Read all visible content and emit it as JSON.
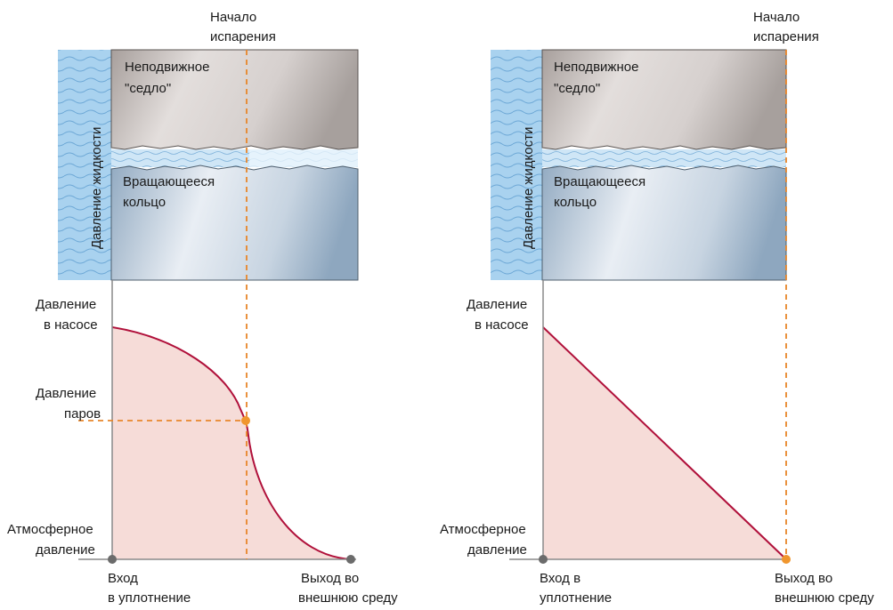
{
  "colors": {
    "liquid": "#a9d2ef",
    "liquid_wave": "#6da8d6",
    "vapor_gap": "#dff0fb",
    "curve": "#b0103a",
    "fill": "#f6dcd8",
    "axis": "#8a8a8a",
    "guide": "#e8862a",
    "point_orange": "#f0962e",
    "point_gray": "#6b6b6b",
    "seat_dark": "#a39c99",
    "seat_light": "#e2dddb",
    "ring_dark": "#8fa9c0",
    "ring_light": "#e6ecf3"
  },
  "left": {
    "top_label_line1": "Начало",
    "top_label_line2": "испарения",
    "seat_line1": "Неподвижное",
    "seat_line2": "\"седло\"",
    "ring_line1": "Вращающееся",
    "ring_line2": "кольцо",
    "liquid_label": "Давление жидкости",
    "y_pump_line1": "Давление",
    "y_pump_line2": "в насосе",
    "y_vapor_line1": "Давление",
    "y_vapor_line2": "паров",
    "y_atm_line1": "Атмосферное",
    "y_atm_line2": "давление",
    "x_in_line1": "Вход",
    "x_in_line2": "в уплотнение",
    "x_out_line1": "Выход во",
    "x_out_line2": "внешнюю среду"
  },
  "right": {
    "top_label_line1": "Начало",
    "top_label_line2": "испарения",
    "seat_line1": "Неподвижное",
    "seat_line2": "\"седло\"",
    "ring_line1": "Вращающееся",
    "ring_line2": "кольцо",
    "liquid_label": "Давление жидкости",
    "y_pump_line1": "Давление",
    "y_pump_line2": "в насосе",
    "y_atm_line1": "Атмосферное",
    "y_atm_line2": "давление",
    "x_in_line1": "Вход в",
    "x_in_line2": "уплотнение",
    "x_out_line1": "Выход во",
    "x_out_line2": "внешнюю среду"
  }
}
